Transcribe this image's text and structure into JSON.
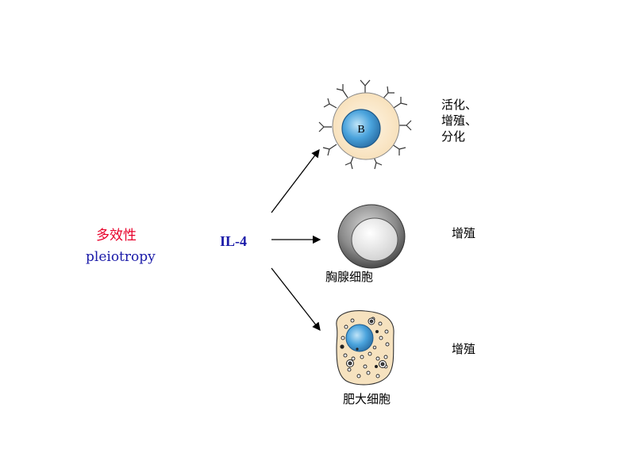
{
  "main_property": {
    "label_cn": "多效性",
    "label_en": "pleiotropy",
    "color_cn": "#e8002a",
    "color_en": "#1a1aa8"
  },
  "cytokine": {
    "label": "IL-4",
    "color": "#1a1aa8"
  },
  "targets": [
    {
      "cell": "B",
      "cell_label": "B",
      "effect": "活化、\n增殖、\n分化"
    },
    {
      "cell": "thymocyte",
      "cell_label": "胸腺细胞",
      "effect": "增殖"
    },
    {
      "cell": "mast-cell",
      "cell_label": "肥大细胞",
      "effect": "增殖"
    }
  ],
  "colors": {
    "cytoplasm": "#fbe9cf",
    "nucleus": "#4aa3dc",
    "thymocyte_outer": "#6b6b6b",
    "arrow": "#000000"
  }
}
